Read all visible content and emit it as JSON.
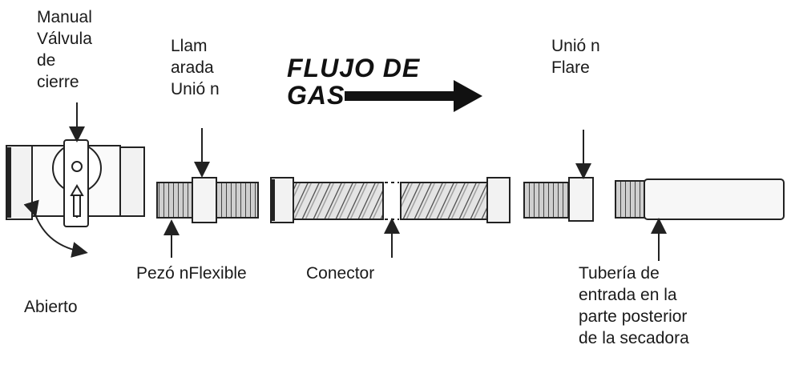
{
  "labels": {
    "valve": [
      "Manual",
      "Válvula",
      "de",
      "cierre"
    ],
    "flare_union_left": [
      "Llam",
      "arada",
      "Unió n"
    ],
    "flow_title": [
      "FLUJO DE",
      "GAS"
    ],
    "flare_union_right": [
      "Unió n",
      "Flare"
    ],
    "nipple": "Pezó nFlexible",
    "connector": "Conector",
    "open": "Abierto",
    "dryer_pipe": [
      "Tubería de",
      "entrada en la",
      "parte posterior",
      "de la secadora"
    ]
  },
  "colors": {
    "stroke": "#222222",
    "thread": "#555555",
    "fitting_fill": "#f2f2f2",
    "hose_fill": "#d9d9d9"
  }
}
